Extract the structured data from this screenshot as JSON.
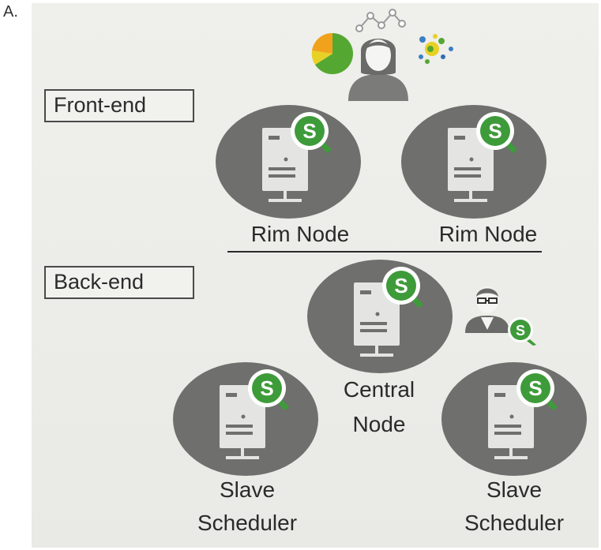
{
  "figure": {
    "label": "A."
  },
  "sections": {
    "front_end": "Front-end",
    "back_end": "Back-end"
  },
  "nodes": {
    "rim_1": "Rim Node",
    "rim_2": "Rim Node",
    "central_line1": "Central",
    "central_line2": "Node",
    "slave_1_line1": "Slave",
    "slave_1_line2": "Scheduler",
    "slave_2_line1": "Slave",
    "slave_2_line2": "Scheduler"
  },
  "icons": {
    "node_badge": "qlik-sense-logo",
    "server": "server-tower-icon",
    "user": "user-avatar-icon",
    "admin": "admin-avatar-icon"
  },
  "colors": {
    "node_circle": "#6f6f6d",
    "server_body": "#e4e4e2",
    "badge_green": "#3e9b3a",
    "pie_orange": "#f0a21c",
    "pie_green": "#54a832",
    "pie_yellow": "#e8d125"
  }
}
